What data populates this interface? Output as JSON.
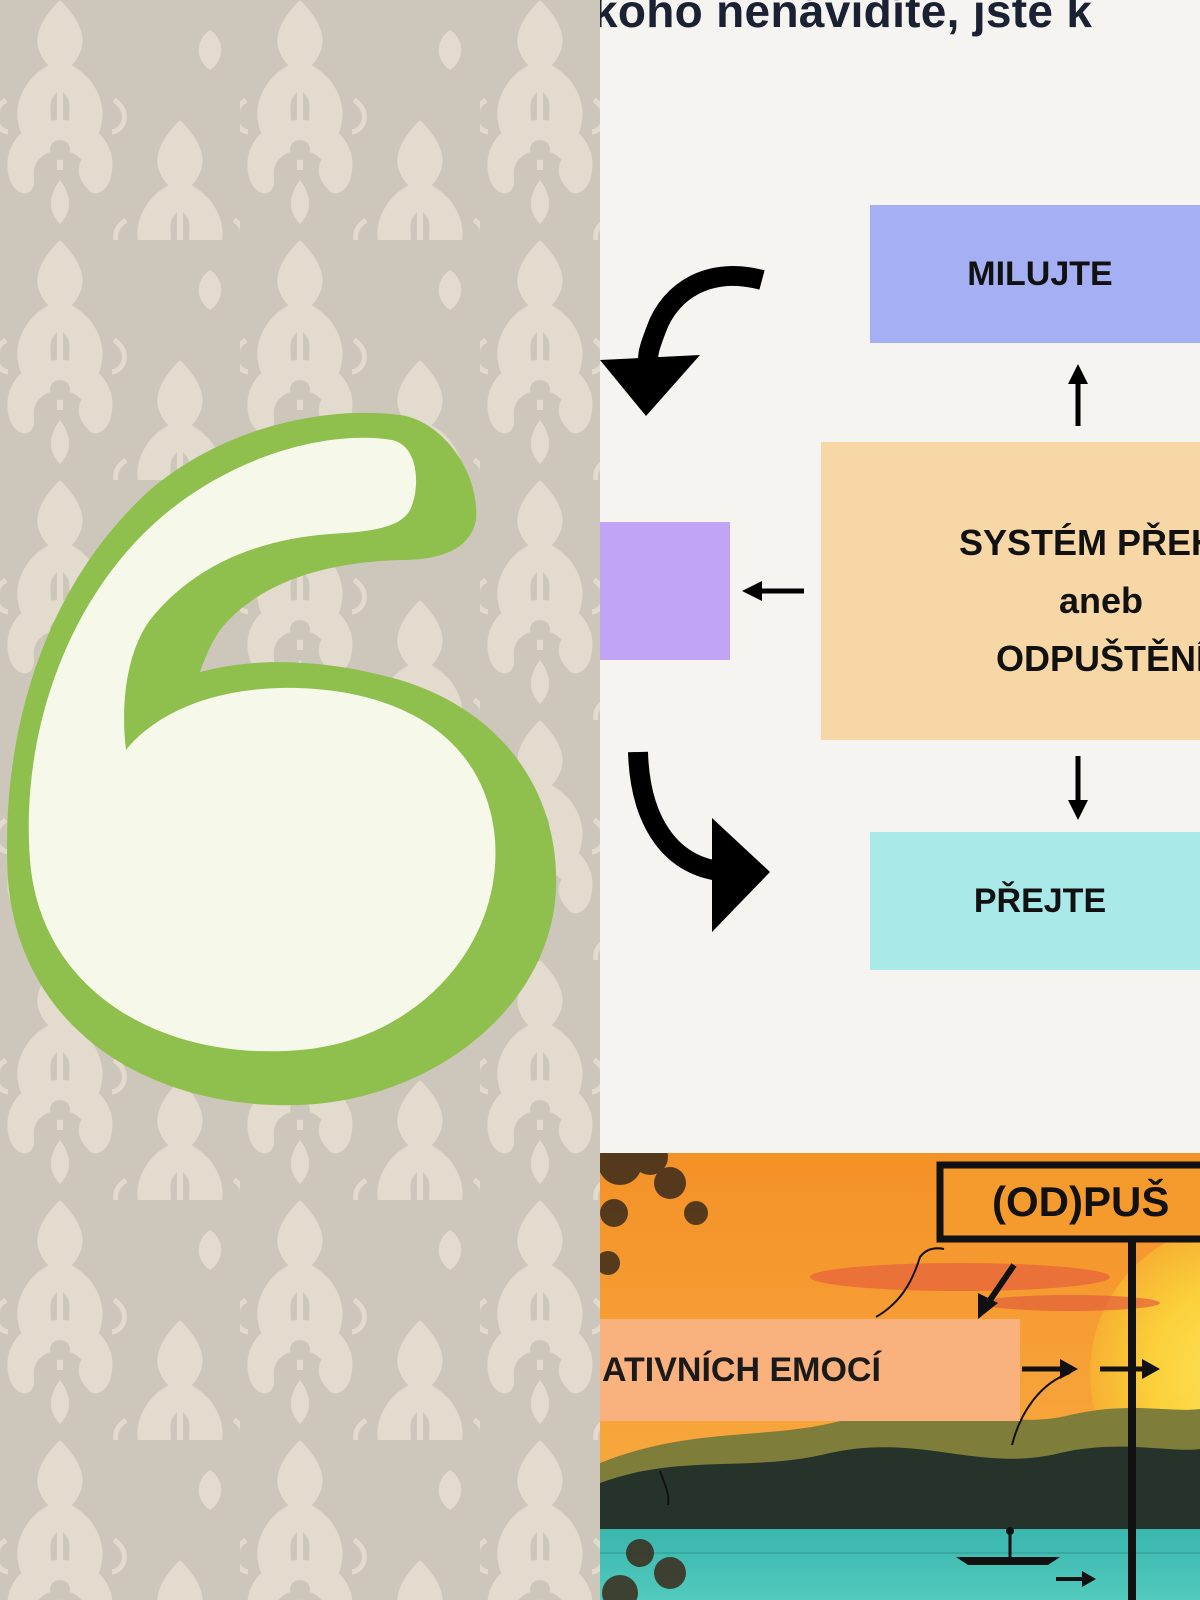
{
  "header": {
    "partial_text": "kohо nenávidíte, jste k"
  },
  "diagram": {
    "top_box": "MILUJTE",
    "center_box": {
      "line1": "SYSTÉM PŘEHR",
      "line2": "aneb",
      "line3": "ODPUŠTĚNÍ"
    },
    "bottom_box": "PŘEJTE",
    "left_box": ""
  },
  "illustration": {
    "sign_text": "(OD)PUŠ",
    "emotions_text": "ATIVNÍCH EMOCÍ"
  },
  "colors": {
    "damask_bg": "#cdc6ba",
    "damask_motif": "#e6dfd2",
    "quote_green": "#8fbf4d",
    "quote_fill": "#f6f9ea",
    "milujte_box": "#a5b0f4",
    "system_box": "#f8d7a6",
    "lavender_box": "#c1a4f6",
    "prejte_box": "#a9eae9",
    "sunset_orange": "#f59a2c",
    "emotions_box": "#f9b27e",
    "header_text": "#1a2133"
  }
}
